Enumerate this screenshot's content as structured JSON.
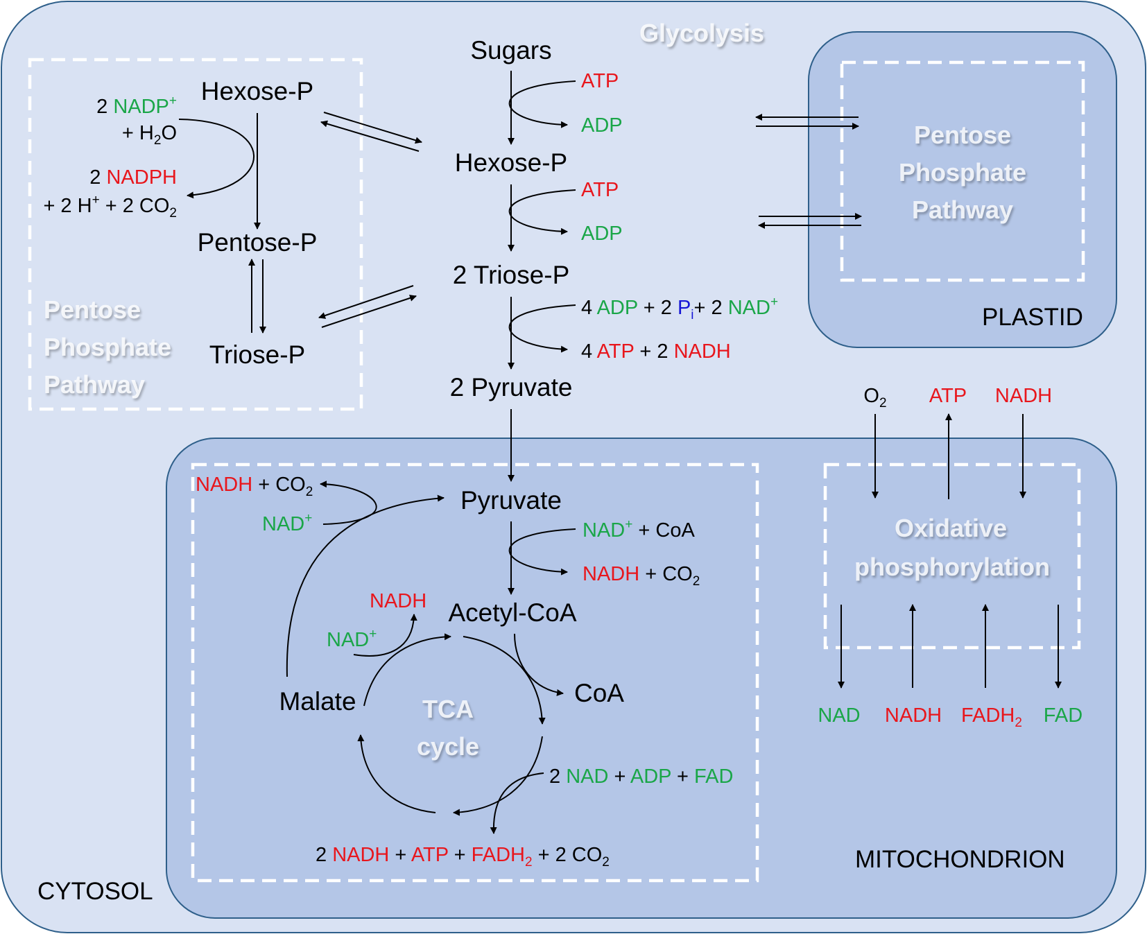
{
  "colors": {
    "cytosol_fill": "#d9e2f3",
    "organelle_fill": "#b4c6e7",
    "border": "#2e5f8a",
    "red": "#e8161c",
    "green": "#1aa648",
    "blue": "#1616d6",
    "title_white": "#ffffff"
  },
  "compartments": {
    "cytosol": "CYTOSOL",
    "plastid": "PLASTID",
    "mitochondrion": "MITOCHONDRION"
  },
  "titles": {
    "glycolysis": "Glycolysis",
    "ppp_cytosol": [
      "Pentose",
      "Phosphate",
      "Pathway"
    ],
    "ppp_plastid": [
      "Pentose",
      "Phosphate",
      "Pathway"
    ],
    "tca": [
      "TCA",
      "cycle"
    ],
    "oxphos": [
      "Oxidative",
      "phosphorylation"
    ]
  },
  "glycolysis": {
    "sugars": "Sugars",
    "hexose_p": "Hexose-P",
    "triose_p": "2 Triose-P",
    "pyruvate": "2 Pyruvate",
    "step1": {
      "in": "ATP",
      "out": "ADP"
    },
    "step2": {
      "in": "ATP",
      "out": "ADP"
    },
    "step3": {
      "in": [
        {
          "text": "4 ",
          "color": "blk"
        },
        {
          "text": "ADP",
          "color": "grn"
        },
        {
          "text": " + 2 ",
          "color": "blk"
        },
        {
          "text": "P",
          "color": "blu"
        },
        {
          "text": "i",
          "color": "blu",
          "sub": true
        },
        {
          "text": "+ 2 ",
          "color": "blk"
        },
        {
          "text": "NAD",
          "color": "grn"
        },
        {
          "text": "+",
          "color": "grn",
          "sup": true
        }
      ],
      "out": [
        {
          "text": "4 ",
          "color": "blk"
        },
        {
          "text": "ATP",
          "color": "red"
        },
        {
          "text": " + 2 ",
          "color": "blk"
        },
        {
          "text": "NADH",
          "color": "red"
        }
      ]
    }
  },
  "ppp": {
    "hexose_p": "Hexose-P",
    "pentose_p": "Pentose-P",
    "triose_p": "Triose-P",
    "in_line1": [
      {
        "text": "2 ",
        "color": "blk"
      },
      {
        "text": "NADP",
        "color": "grn"
      },
      {
        "text": "+",
        "color": "grn",
        "sup": true
      }
    ],
    "in_line2": [
      {
        "text": "+ H",
        "color": "blk"
      },
      {
        "text": "2",
        "color": "blk",
        "sub": true
      },
      {
        "text": "O",
        "color": "blk"
      }
    ],
    "out_line1": [
      {
        "text": "2 ",
        "color": "blk"
      },
      {
        "text": "NADPH",
        "color": "red"
      }
    ],
    "out_line2": [
      {
        "text": "+ 2 H",
        "color": "blk"
      },
      {
        "text": "+",
        "color": "blk",
        "sup": true
      },
      {
        "text": " + 2 CO",
        "color": "blk"
      },
      {
        "text": "2",
        "color": "blk",
        "sub": true
      }
    ]
  },
  "tca": {
    "pyruvate": "Pyruvate",
    "acetyl_coa": "Acetyl-CoA",
    "coa": "CoA",
    "malate": "Malate",
    "pdh_in": [
      {
        "text": "NAD",
        "color": "grn"
      },
      {
        "text": "+",
        "color": "grn",
        "sup": true
      },
      {
        "text": " + CoA",
        "color": "blk"
      }
    ],
    "pdh_out": [
      {
        "text": "NADH",
        "color": "red"
      },
      {
        "text": " + CO",
        "color": "blk"
      },
      {
        "text": "2",
        "color": "blk",
        "sub": true
      }
    ],
    "me_out": [
      {
        "text": "NADH",
        "color": "red"
      },
      {
        "text": " + CO",
        "color": "blk"
      },
      {
        "text": "2",
        "color": "blk",
        "sub": true
      }
    ],
    "me_in": [
      {
        "text": "NAD",
        "color": "grn"
      },
      {
        "text": "+",
        "color": "grn",
        "sup": true
      }
    ],
    "mdh_out": [
      {
        "text": "NADH",
        "color": "red"
      }
    ],
    "mdh_in": [
      {
        "text": "NAD",
        "color": "grn"
      },
      {
        "text": "+",
        "color": "grn",
        "sup": true
      }
    ],
    "cycle_in": [
      {
        "text": "2 ",
        "color": "blk"
      },
      {
        "text": "NAD",
        "color": "grn"
      },
      {
        "text": " + ",
        "color": "blk"
      },
      {
        "text": "ADP",
        "color": "grn"
      },
      {
        "text": " + ",
        "color": "blk"
      },
      {
        "text": "FAD",
        "color": "grn"
      }
    ],
    "cycle_out": [
      {
        "text": "2 ",
        "color": "blk"
      },
      {
        "text": "NADH",
        "color": "red"
      },
      {
        "text": " + ",
        "color": "blk"
      },
      {
        "text": "ATP",
        "color": "red"
      },
      {
        "text": " + ",
        "color": "blk"
      },
      {
        "text": "FADH",
        "color": "red"
      },
      {
        "text": "2",
        "color": "red",
        "sub": true
      },
      {
        "text": " + 2 CO",
        "color": "blk"
      },
      {
        "text": "2",
        "color": "blk",
        "sub": true
      }
    ]
  },
  "oxphos": {
    "o2": [
      {
        "text": "O",
        "color": "blk"
      },
      {
        "text": "2",
        "color": "blk",
        "sub": true
      }
    ],
    "atp": [
      {
        "text": "ATP",
        "color": "red"
      }
    ],
    "nadh_top": [
      {
        "text": "NADH",
        "color": "red"
      }
    ],
    "nad": [
      {
        "text": "NAD",
        "color": "grn"
      }
    ],
    "nadh_bottom": [
      {
        "text": "NADH",
        "color": "red"
      }
    ],
    "fadh2": [
      {
        "text": "FADH",
        "color": "red"
      },
      {
        "text": "2",
        "color": "red",
        "sub": true
      }
    ],
    "fad": [
      {
        "text": "FAD",
        "color": "grn"
      }
    ]
  }
}
